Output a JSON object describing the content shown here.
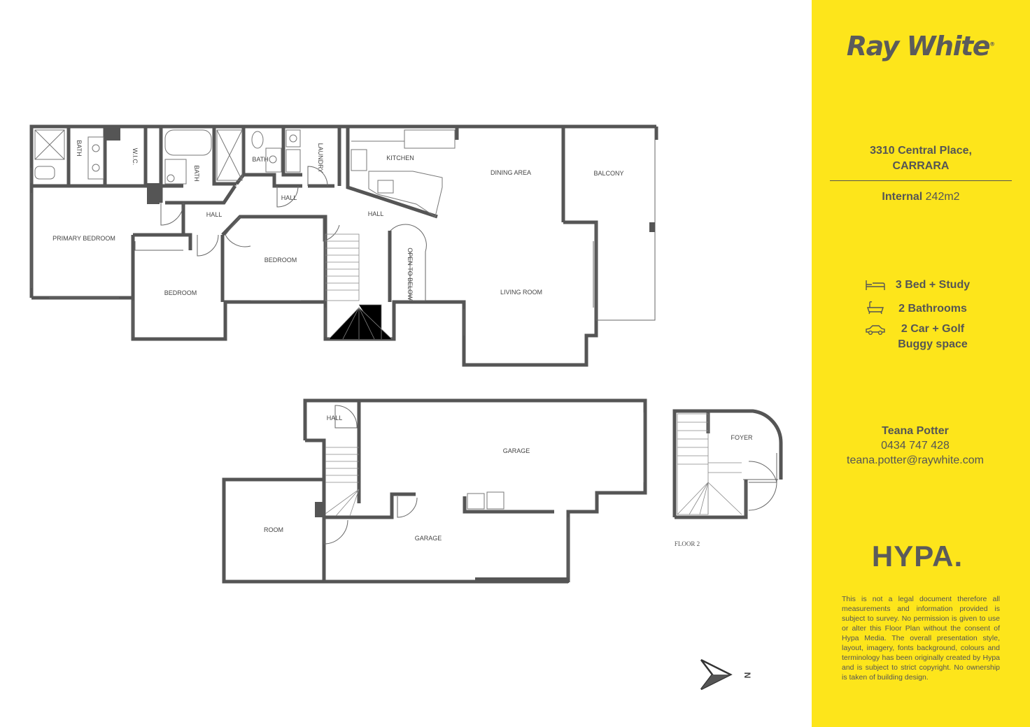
{
  "rooms": {
    "bath1": "BATH",
    "wic": "W.I.C.",
    "bath2": "BATH",
    "bath3": "BATH",
    "laundry": "LAUNDRY",
    "kitchen": "KITCHEN",
    "dining_area": "DINING AREA",
    "balcony": "BALCONY",
    "hall1": "HALL",
    "hall2": "HALL",
    "hall3": "HALL",
    "primary_bedroom": "PRIMARY BEDROOM",
    "bedroom1": "BEDROOM",
    "bedroom2": "BEDROOM",
    "open_to_below": "OPEN TO BELOW",
    "living_room": "LIVING ROOM",
    "hall_lower": "HALL",
    "garage1": "GARAGE",
    "room": "ROOM",
    "garage2": "GARAGE",
    "foyer": "FOYER",
    "floor_label": "FLOOR 2"
  },
  "compass": {
    "label": "N",
    "icon": "north-arrow-icon"
  },
  "sidebar": {
    "logo": "Ray White",
    "logo_mark": "®",
    "address_line1": "3310 Central Place,",
    "address_line2": "CARRARA",
    "internal_label": "Internal",
    "internal_value": "242m2",
    "features": [
      {
        "icon": "bed-icon",
        "text": "3 Bed + Study"
      },
      {
        "icon": "bathtub-icon",
        "text": "2 Bathrooms"
      },
      {
        "icon": "car-icon",
        "text_line1": "2 Car + Golf",
        "text_line2": "Buggy space"
      }
    ],
    "agent_name": "Teana Potter",
    "agent_phone": "0434 747 428",
    "agent_email": "teana.potter@raywhite.com",
    "brand": "HYPA.",
    "disclaimer": "This is not a legal document therefore all measurements and information provided is subject to survey. No permission is given to use or alter this Floor Plan without the consent of Hypa Media. The overall presentation style, layout, imagery, fonts background, colours and terminology has been originally created by Hypa and is subject to strict copyright. No ownership is taken of building design."
  },
  "colors": {
    "sidebar_bg": "#fde51b",
    "text": "#555555",
    "wall": "#555555"
  }
}
